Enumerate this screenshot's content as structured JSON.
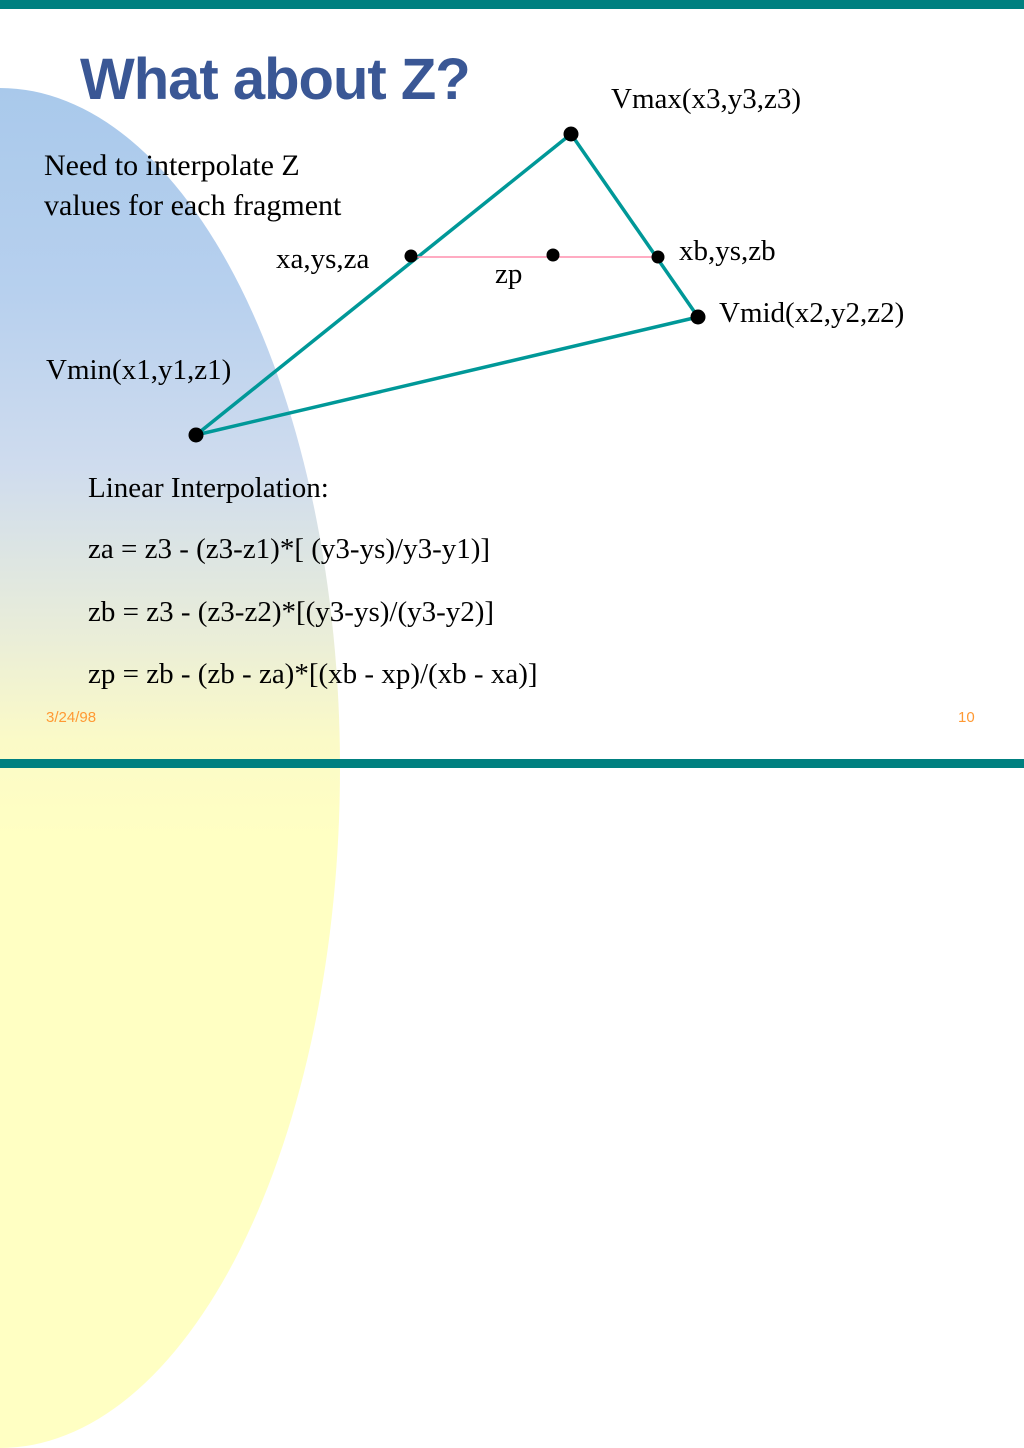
{
  "slide": {
    "title": "What about Z?",
    "note": {
      "line1": "Need to interpolate Z",
      "line2": "values for each fragment"
    },
    "diagram_labels": {
      "vmax": "Vmax(x3,y3,z3)",
      "xa": "xa,ys,za",
      "zp": "zp",
      "xb": "xb,ys,zb",
      "vmid": "Vmid(x2,y2,z2)",
      "vmin": "Vmin(x1,y1,z1)"
    },
    "interpolation": {
      "heading": "Linear Interpolation:",
      "eq_za": "za = z3 - (z3-z1)*[ (y3-ys)/y3-y1)]",
      "eq_zb": "zb = z3 - (z3-z2)*[(y3-ys)/(y3-y2)]",
      "eq_zp": "zp = zb - (zb - za)*[(xb - xp)/(xb - xa)]"
    },
    "footer": {
      "date": "3/24/98",
      "page_number": "10"
    },
    "colors": {
      "accent_bar": "#008080",
      "triangle_stroke": "#009898",
      "scanline": "#ff8fae",
      "title_text": "#3a5795",
      "footer_text": "#ff9933",
      "background_blob_top": "#a9c9eb",
      "background_blob_bottom": "#ffffc3"
    }
  }
}
